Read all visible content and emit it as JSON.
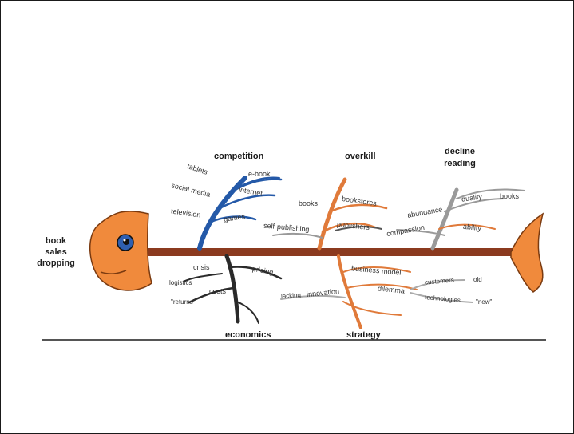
{
  "problem": "book\nsales\ndropping",
  "categories": {
    "competition": {
      "title": "competition",
      "color": "#2459a8",
      "items": [
        "tablets",
        "e-book",
        "social media",
        "internet",
        "television",
        "games"
      ]
    },
    "overkill": {
      "title": "overkill",
      "color": "#e07a3a",
      "items": [
        "books",
        "bookstores",
        "self-publishing",
        "publishers"
      ]
    },
    "decline_reading": {
      "title": "decline\nreading",
      "color": "#8a8a8a",
      "items": [
        "quality",
        "books",
        "abundance",
        "ability",
        "compassion"
      ]
    },
    "economics": {
      "title": "economics",
      "color": "#2a2a2a",
      "items": [
        "crisis",
        "pricing",
        "logistics",
        "costs",
        "\"returns\""
      ]
    },
    "strategy": {
      "title": "strategy",
      "color": "#e07a3a",
      "items": [
        "business model",
        "customers",
        "old",
        "lacking",
        "innovation",
        "dilemma",
        "technologies",
        "\"new\""
      ]
    }
  }
}
